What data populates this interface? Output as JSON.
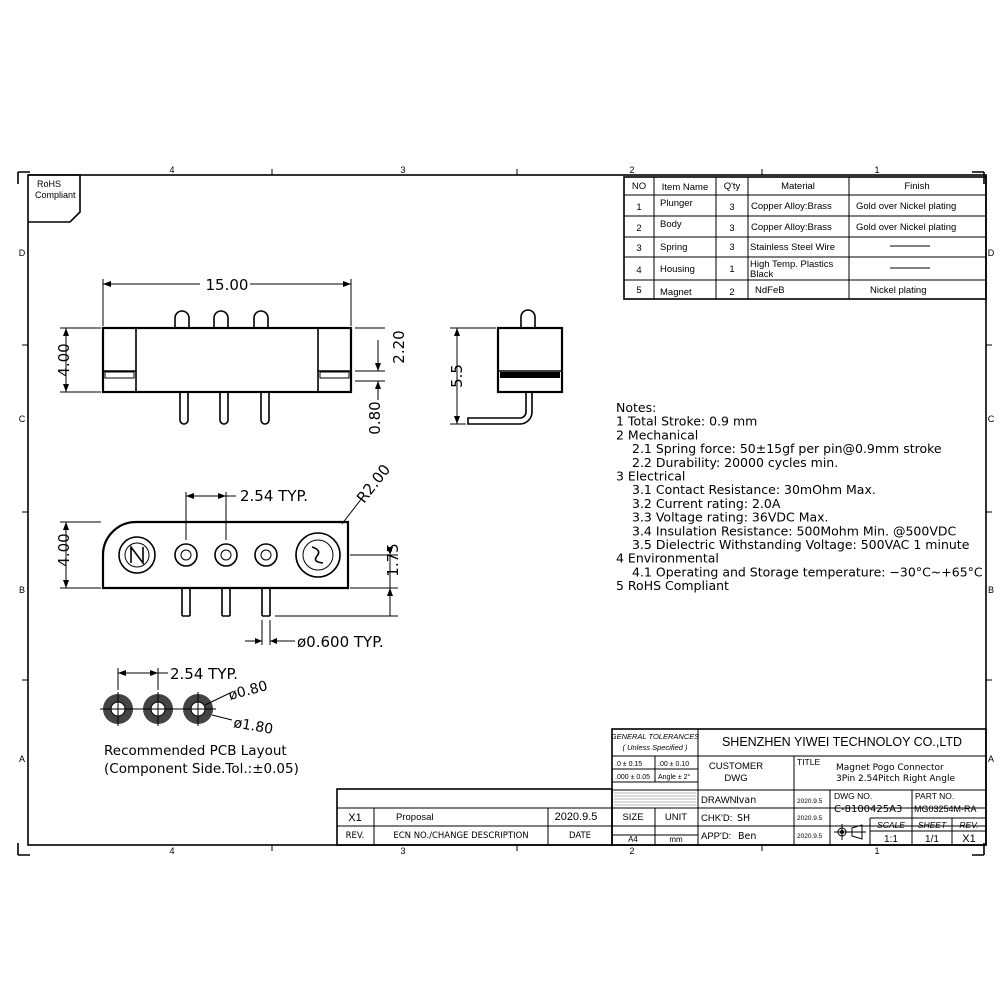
{
  "zones": {
    "columns": [
      "4",
      "3",
      "2",
      "1"
    ],
    "rows": [
      "D",
      "C",
      "B",
      "A"
    ]
  },
  "rohs_badge": {
    "line1": "RoHS",
    "line2": "Compliant"
  },
  "bom": {
    "headers": [
      "NO",
      "Item Name",
      "Q'ty",
      "Material",
      "Finish"
    ],
    "rows": [
      {
        "no": "1",
        "item": "Plunger",
        "qty": "3",
        "material": "Copper Alloy:Brass",
        "finish": "Gold over Nickel plating"
      },
      {
        "no": "2",
        "item": "Body",
        "qty": "3",
        "material": "Copper Alloy:Brass",
        "finish": "Gold over Nickel plating"
      },
      {
        "no": "3",
        "item": "Spring",
        "qty": "3",
        "material": "Stainless Steel Wire",
        "finish": ""
      },
      {
        "no": "4",
        "item": "Housing",
        "qty": "1",
        "material_l1": "High Temp. Plastics",
        "material_l2": "Black",
        "finish": ""
      },
      {
        "no": "5",
        "item": "Magnet",
        "qty": "2",
        "material": "NdFeB",
        "finish": "Nickel plating"
      }
    ]
  },
  "dimensions": {
    "width": "15.00",
    "height": "4.00",
    "plunger_height": "2.20",
    "tail_length": "0.80",
    "side_height": "5.5",
    "pitch": "2.54 TYP.",
    "radius": "R2.00",
    "bottom_height": "4.00",
    "offset": "1.75",
    "pin_dia": "ø0.600 TYP.",
    "pcb_pitch": "2.54 TYP.",
    "pcb_hole": "ø0.80",
    "pcb_pad": "ø1.80"
  },
  "pcb_layout": {
    "line1": "Recommended PCB Layout",
    "line2": "(Component Side.Tol.:±0.05)"
  },
  "notes": [
    {
      "indent": 0,
      "text": "Notes:"
    },
    {
      "indent": 0,
      "text": "1  Total Stroke: 0.9  mm"
    },
    {
      "indent": 0,
      "text": "2  Mechanical"
    },
    {
      "indent": 1,
      "text": "2.1  Spring  force: 50±15gf  per  pin@0.9mm  stroke"
    },
    {
      "indent": 1,
      "text": "2.2  Durability: 20000  cycles  min."
    },
    {
      "indent": 0,
      "text": "3  Electrical"
    },
    {
      "indent": 1,
      "text": "3.1  Contact  Resistance: 30mOhm  Max."
    },
    {
      "indent": 1,
      "text": "3.2  Current  rating: 2.0A"
    },
    {
      "indent": 1,
      "text": "3.3  Voltage  rating: 36VDC  Max."
    },
    {
      "indent": 1,
      "text": "3.4  Insulation  Resistance:  500Mohm  Min.  @500VDC"
    },
    {
      "indent": 1,
      "text": "3.5  Dielectric  Withstanding  Voltage:  500VAC  1  minute"
    },
    {
      "indent": 0,
      "text": "4  Environmental"
    },
    {
      "indent": 1,
      "text": "4.1  Operating  and  Storage  temperature: −30°C~+65°C"
    },
    {
      "indent": 0,
      "text": "5  RoHS  Compliant"
    }
  ],
  "revision": {
    "rev": "X1",
    "desc": "Proposal",
    "date": "2020.9.5",
    "h_rev": "REV.",
    "h_desc": "ECN NO./CHANGE DESCRIPTION",
    "h_date": "DATE"
  },
  "title_block": {
    "gen_tol_l1": "GENERAL TOLERANCES",
    "gen_tol_l2": "( Unless Specified )",
    "tol_a": ".0   ± 0.15",
    "tol_b": ".00  ± 0.10",
    "tol_c": ".000 ± 0.05",
    "tol_d": "Angle  ±  2°",
    "company": "SHENZHEN YIWEI TECHNOLOY CO.,LTD",
    "customer_l1": "CUSTOMER",
    "customer_l2": "DWG",
    "title_label": "TITLE",
    "title_l1": "Magnet Pogo Connector",
    "title_l2": "3Pin 2.54Pitch Right Angle",
    "drawn_label": "DRAWN:",
    "drawn_by": "Ivan",
    "drawn_date": "2020.9.5",
    "chkd_label": "CHK'D:",
    "chkd_by": "SH",
    "chkd_date": "2020.9.5",
    "appd_label": "APP'D:",
    "appd_by": "Ben",
    "appd_date": "2020.9.5",
    "dwg_no_label": "DWG NO.",
    "dwg_no": "C-8100425A3",
    "part_no_label": "PART NO.",
    "part_no": "MG03254M-RA",
    "size_label": "SIZE",
    "size": "A4",
    "unit_label": "UNIT",
    "unit": "mm",
    "scale_label": "SCALE",
    "scale": "1:1",
    "sheet_label": "SHEET",
    "sheet": "1/1",
    "rev_label": "REV.",
    "rev": "X1"
  }
}
